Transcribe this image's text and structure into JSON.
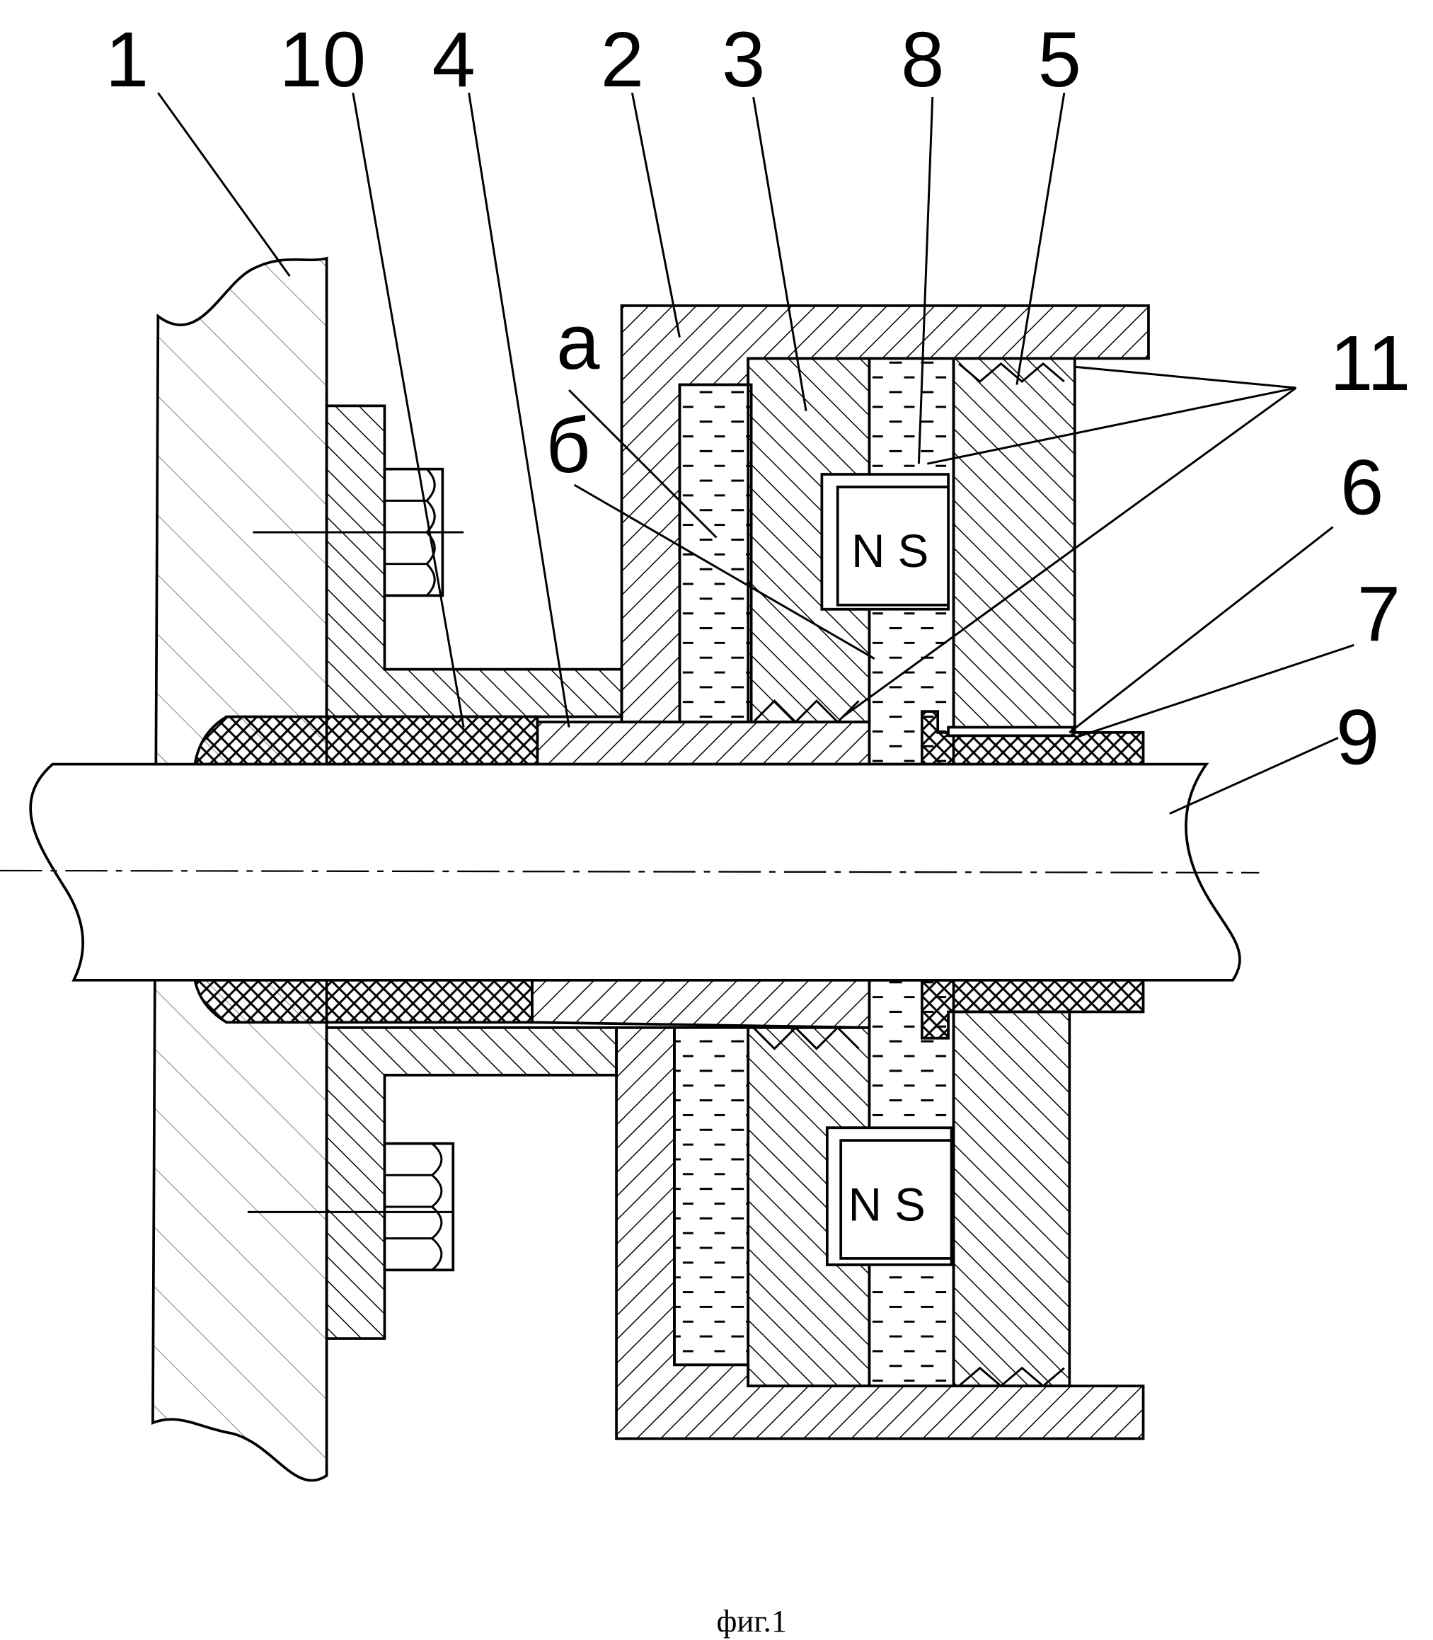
{
  "figure": {
    "caption": "фиг.1",
    "labels": {
      "l1": "1",
      "l10": "10",
      "l4": "4",
      "l2": "2",
      "l3": "3",
      "l8": "8",
      "l5": "5",
      "la": "а",
      "lb": "б",
      "l11": "11",
      "l6": "6",
      "l7": "7",
      "l9": "9"
    },
    "magnet_upper": "N S",
    "magnet_lower": "N S"
  }
}
